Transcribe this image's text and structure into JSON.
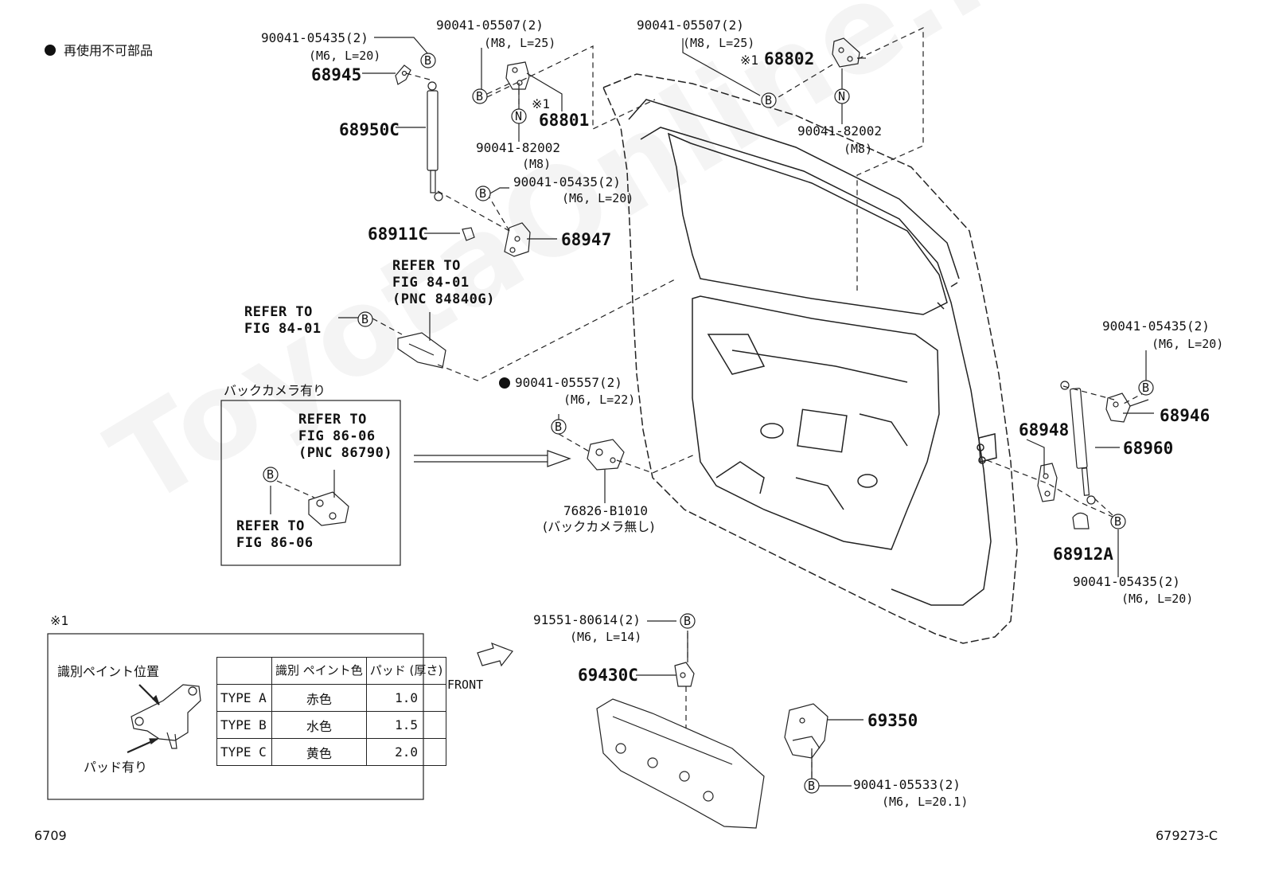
{
  "legend": {
    "text": "再使用不可部品"
  },
  "labels": {
    "p90041_05435_tl": "90041-05435(2)",
    "spec_tl": "(M6, L=20)",
    "p68945": "68945",
    "p68950c": "68950C",
    "p90041_05507_a": "90041-05507(2)",
    "spec_m8_25_a": "(M8, L=25)",
    "note1_a": "※1",
    "p68801": "68801",
    "p90041_82002_a": "90041-82002",
    "spec_m8_a": "(M8)",
    "p90041_05435_m": "90041-05435(2)",
    "spec_m6_20_m": "(M6, L=20)",
    "p68911c": "68911C",
    "p68947": "68947",
    "p90041_05507_b": "90041-05507(2)",
    "spec_m8_25_b": "(M8, L=25)",
    "note1_b": "※1",
    "p68802": "68802",
    "p90041_82002_b": "90041-82002",
    "spec_m8_b": "(M8)",
    "refer_84840": "REFER TO\nFIG 84-01\n(PNC 84840G)",
    "refer_8401": "REFER TO\nFIG 84-01",
    "p90041_05557": "90041-05557(2)",
    "spec_m6_22": "(M6, L=22)",
    "camera_with": "バックカメラ有り",
    "refer_86790": "REFER TO\nFIG 86-06\n(PNC 86790)",
    "refer_8606": "REFER TO\nFIG 86-06",
    "p76826": "76826-B1010",
    "camera_without": "(バックカメラ無し)",
    "p90041_05435_r": "90041-05435(2)",
    "spec_m6_20_r": "(M6, L=20)",
    "p68946": "68946",
    "p68948": "68948",
    "p68960": "68960",
    "p68912a": "68912A",
    "p90041_05435_br": "90041-05435(2)",
    "spec_m6_20_br": "(M6, L=20)",
    "note1_box": "※1",
    "paint_position": "識別ペイント位置",
    "pad_present": "パッド有り",
    "p91551": "91551-80614(2)",
    "spec_m6_14": "(M6, L=14)",
    "p69430c": "69430C",
    "front": "FRONT",
    "p69350": "69350",
    "p90041_05533": "90041-05533(2)",
    "spec_m6_201": "(M6, L=20.1)",
    "fig_left": "6709",
    "fig_right": "679273-C",
    "watermark": "ToyotaOnline.ru"
  },
  "bolt_letters": {
    "b": "B",
    "n": "N"
  },
  "table": {
    "headers": [
      "",
      "識別\nペイント色",
      "パッド\n(厚さ)"
    ],
    "rows": [
      {
        "type": "TYPE A",
        "color": "赤色",
        "thick": "1.0"
      },
      {
        "type": "TYPE B",
        "color": "水色",
        "thick": "1.5"
      },
      {
        "type": "TYPE C",
        "color": "黄色",
        "thick": "2.0"
      }
    ]
  }
}
